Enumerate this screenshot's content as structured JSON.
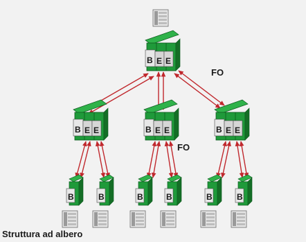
{
  "labels": {
    "fo_top": "FO",
    "fo_mid": "FO"
  },
  "caption": "Struttura ad albero",
  "module_letters": {
    "bus": "B",
    "ext": "E"
  },
  "colors": {
    "background": "#f2f2f2",
    "module_green": "#1f9a3a",
    "module_dark": "#146e26",
    "arrow_red": "#c0282d",
    "device_gray": "#d8d8d8"
  }
}
